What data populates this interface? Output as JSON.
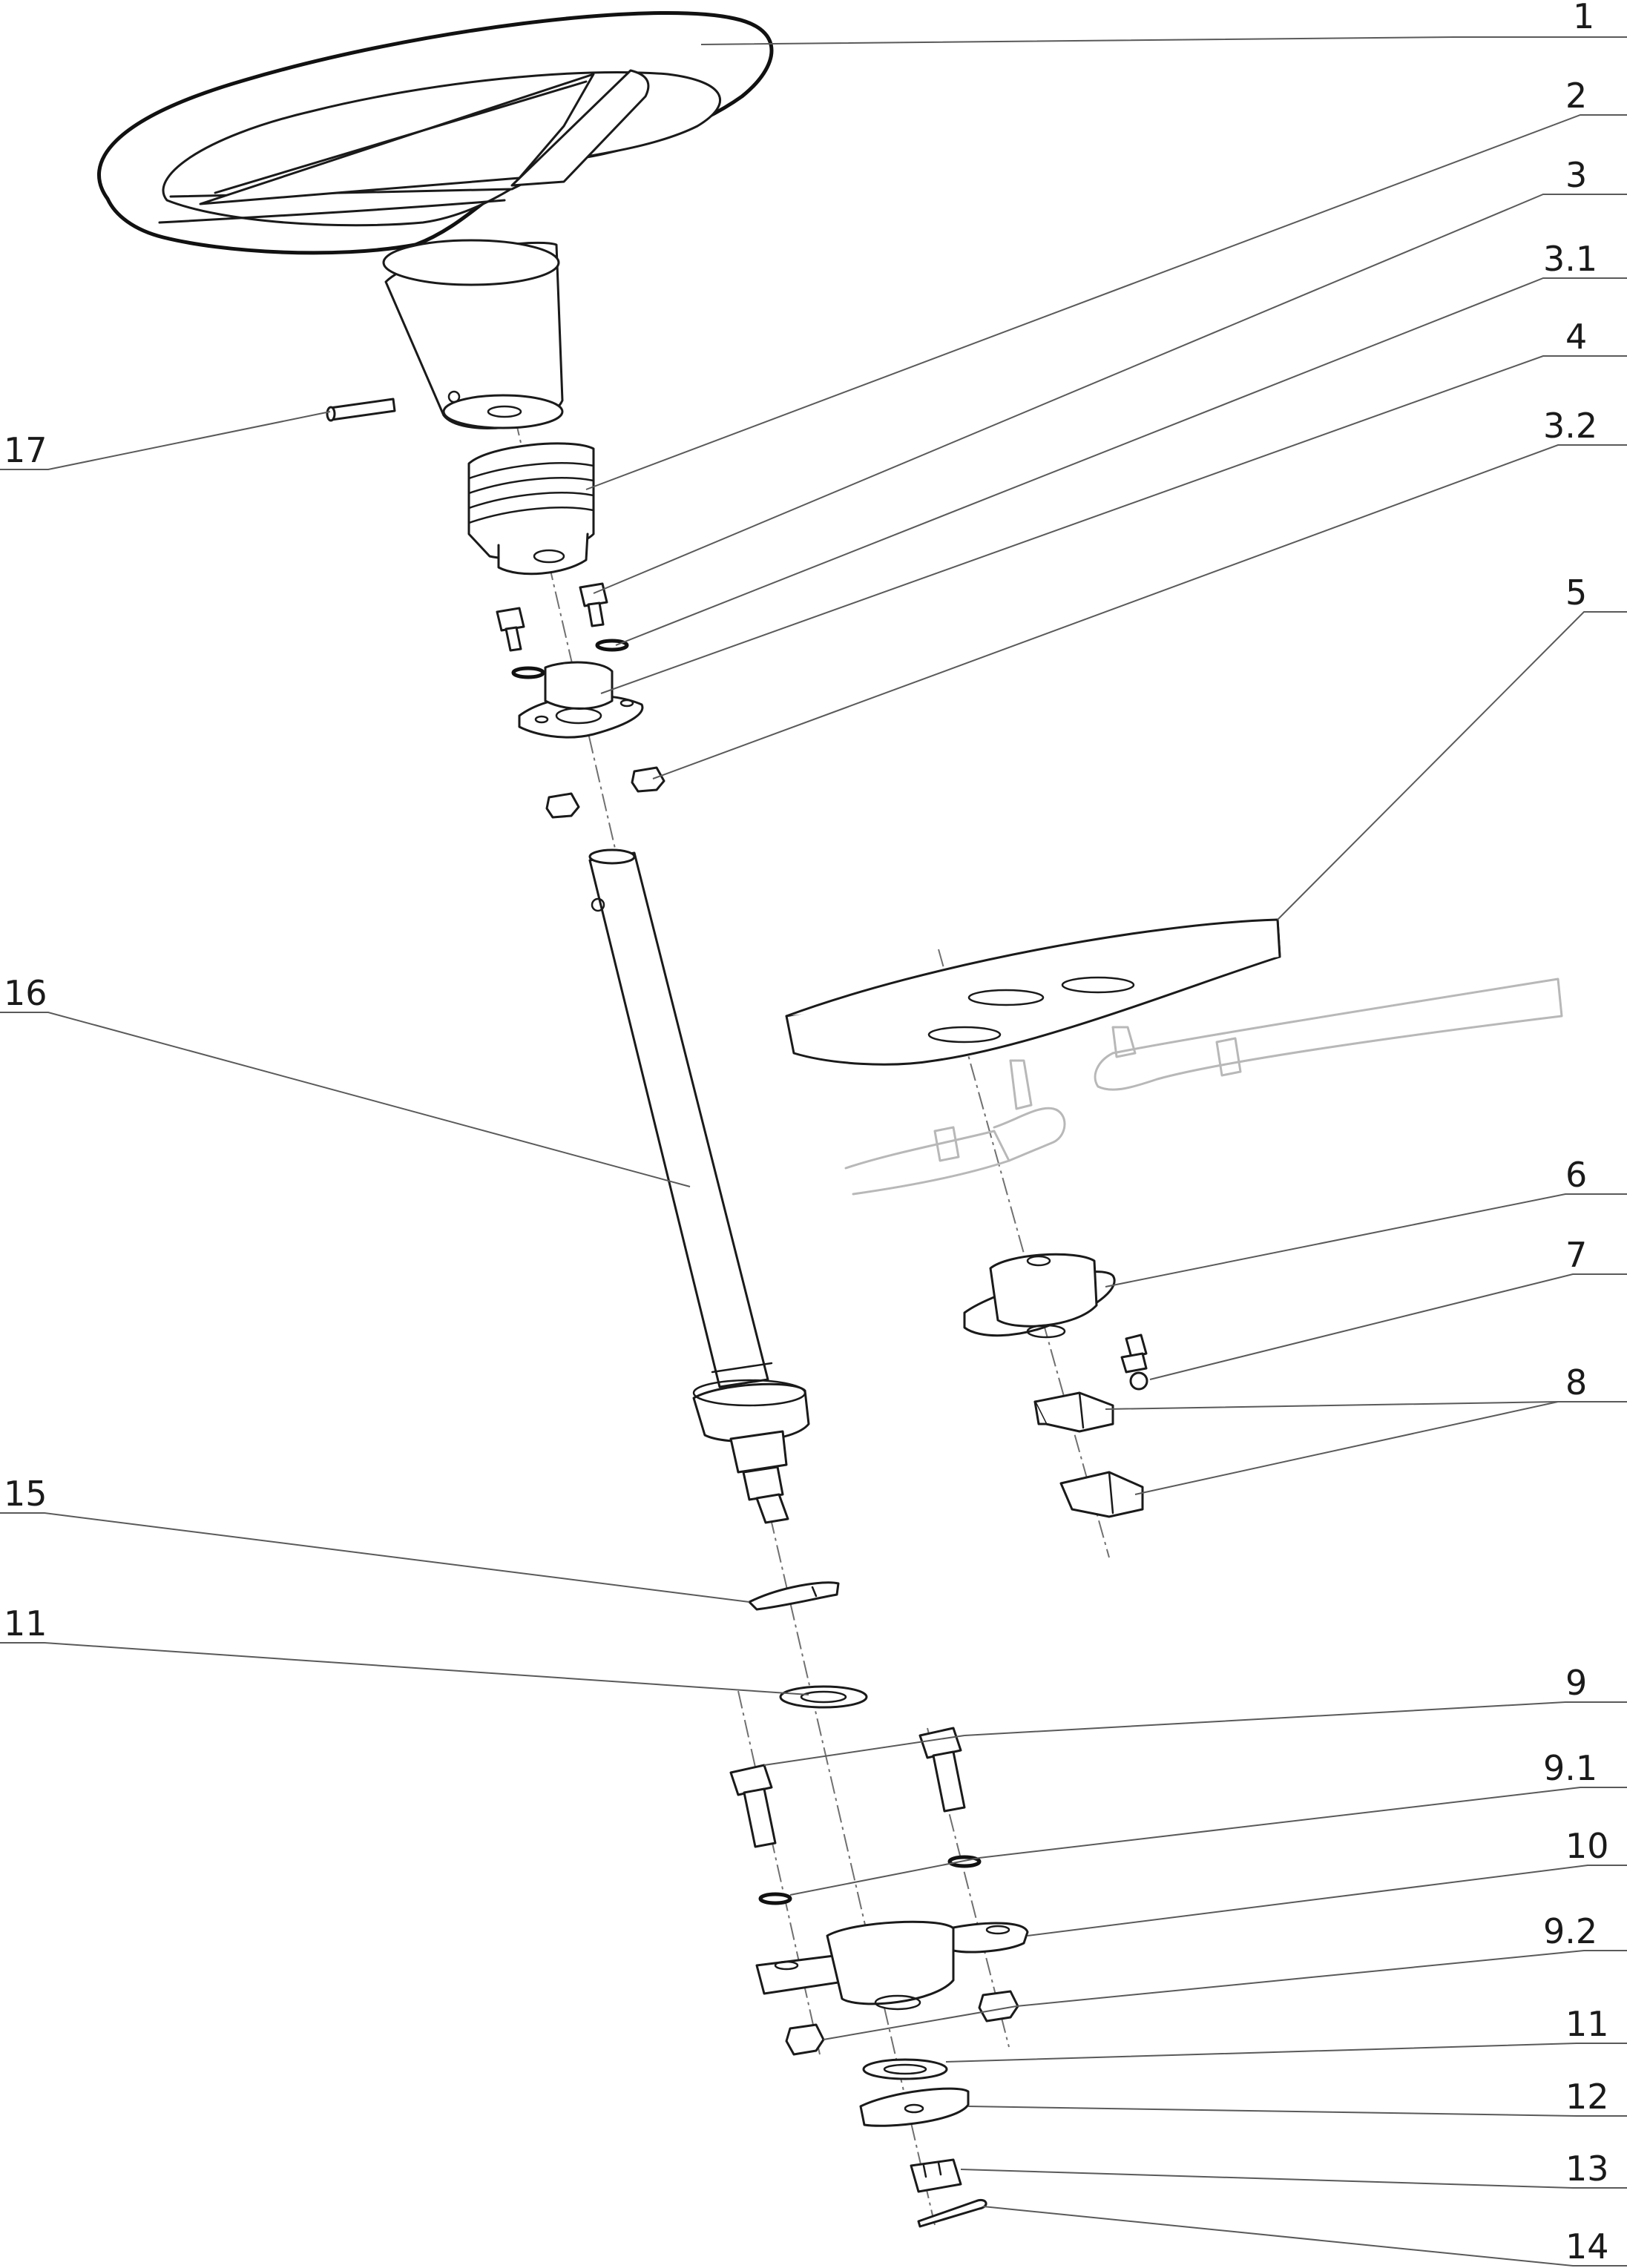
{
  "callouts": [
    {
      "id": "1",
      "label": "1"
    },
    {
      "id": "2",
      "label": "2"
    },
    {
      "id": "3",
      "label": "3"
    },
    {
      "id": "3-1",
      "label": "3.1"
    },
    {
      "id": "4",
      "label": "4"
    },
    {
      "id": "3-2",
      "label": "3.2"
    },
    {
      "id": "5",
      "label": "5"
    },
    {
      "id": "16",
      "label": "16"
    },
    {
      "id": "17",
      "label": "17"
    },
    {
      "id": "6",
      "label": "6"
    },
    {
      "id": "7",
      "label": "7"
    },
    {
      "id": "8",
      "label": "8"
    },
    {
      "id": "15",
      "label": "15"
    },
    {
      "id": "11a",
      "label": "11"
    },
    {
      "id": "9",
      "label": "9"
    },
    {
      "id": "9-1",
      "label": "9.1"
    },
    {
      "id": "10",
      "label": "10"
    },
    {
      "id": "9-2",
      "label": "9.2"
    },
    {
      "id": "11b",
      "label": "11"
    },
    {
      "id": "12",
      "label": "12"
    },
    {
      "id": "13",
      "label": "13"
    },
    {
      "id": "14",
      "label": "14"
    }
  ],
  "colors": {
    "line": "#1a1a1a",
    "ghost": "#b8b8b8",
    "background": "#ffffff"
  }
}
